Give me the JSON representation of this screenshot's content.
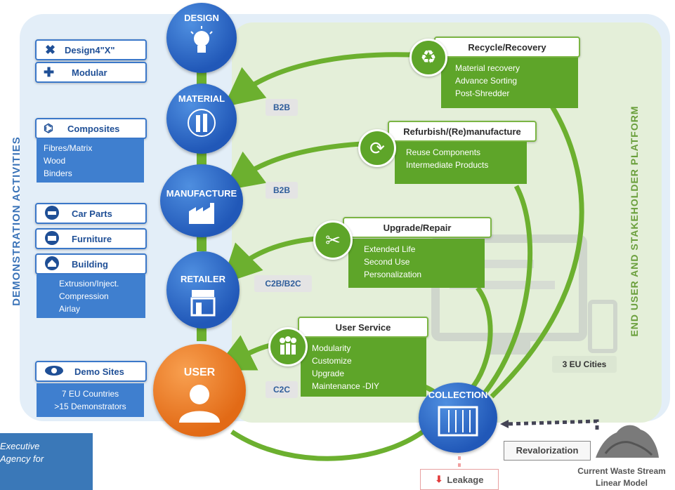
{
  "left_label": "DEMONSTRATION ACTIVITIES",
  "right_label": "END USER AND STAKEHOLDER PLATFORM",
  "stages": {
    "design": "DESIGN",
    "material": "MATERIAL",
    "manufacture": "MANUFACTURE",
    "retailer": "RETAILER",
    "user": "USER",
    "collection": "COLLECTION"
  },
  "tags": {
    "b2b_1": "B2B",
    "b2b_2": "B2B",
    "c2b_b2c": "C2B/B2C",
    "c2c": "C2C",
    "eu_cities": "3 EU Cities"
  },
  "left_panels": {
    "design4x": "Design4\"X\"",
    "modular": "Modular",
    "composites": "Composites",
    "composites_items": [
      "Fibres/Matrix",
      "Wood",
      "Binders"
    ],
    "car_parts": "Car Parts",
    "furniture": "Furniture",
    "building": "Building",
    "building_items": [
      "Extrusion/Inject.",
      "Compression",
      "Airlay"
    ],
    "demo_sites": "Demo Sites",
    "demo_items": [
      "7 EU Countries",
      ">15 Demonstrators"
    ]
  },
  "loops": {
    "recycle": {
      "title": "Recycle/Recovery",
      "items": [
        "Material recovery",
        "Advance Sorting",
        "Post-Shredder"
      ]
    },
    "refurbish": {
      "title": "Refurbish/(Re)manufacture",
      "items": [
        "Reuse Components",
        "Intermediate Products"
      ]
    },
    "upgrade": {
      "title": "Upgrade/Repair",
      "items": [
        "Extended Life",
        "Second Use",
        "Personalization"
      ]
    },
    "service": {
      "title": "User Service",
      "items": [
        "Modularity",
        "Customize",
        "Upgrade",
        "Maintenance -DIY"
      ]
    }
  },
  "bottom": {
    "revalorization": "Revalorization",
    "leakage": "Leakage",
    "waste_line1": "Current Waste Stream",
    "waste_line2": "Linear Model"
  },
  "corner_text": [
    "Executive",
    "Agency for"
  ],
  "colors": {
    "blue": "#2158b8",
    "green": "#5ea529",
    "orange": "#e26a16"
  }
}
